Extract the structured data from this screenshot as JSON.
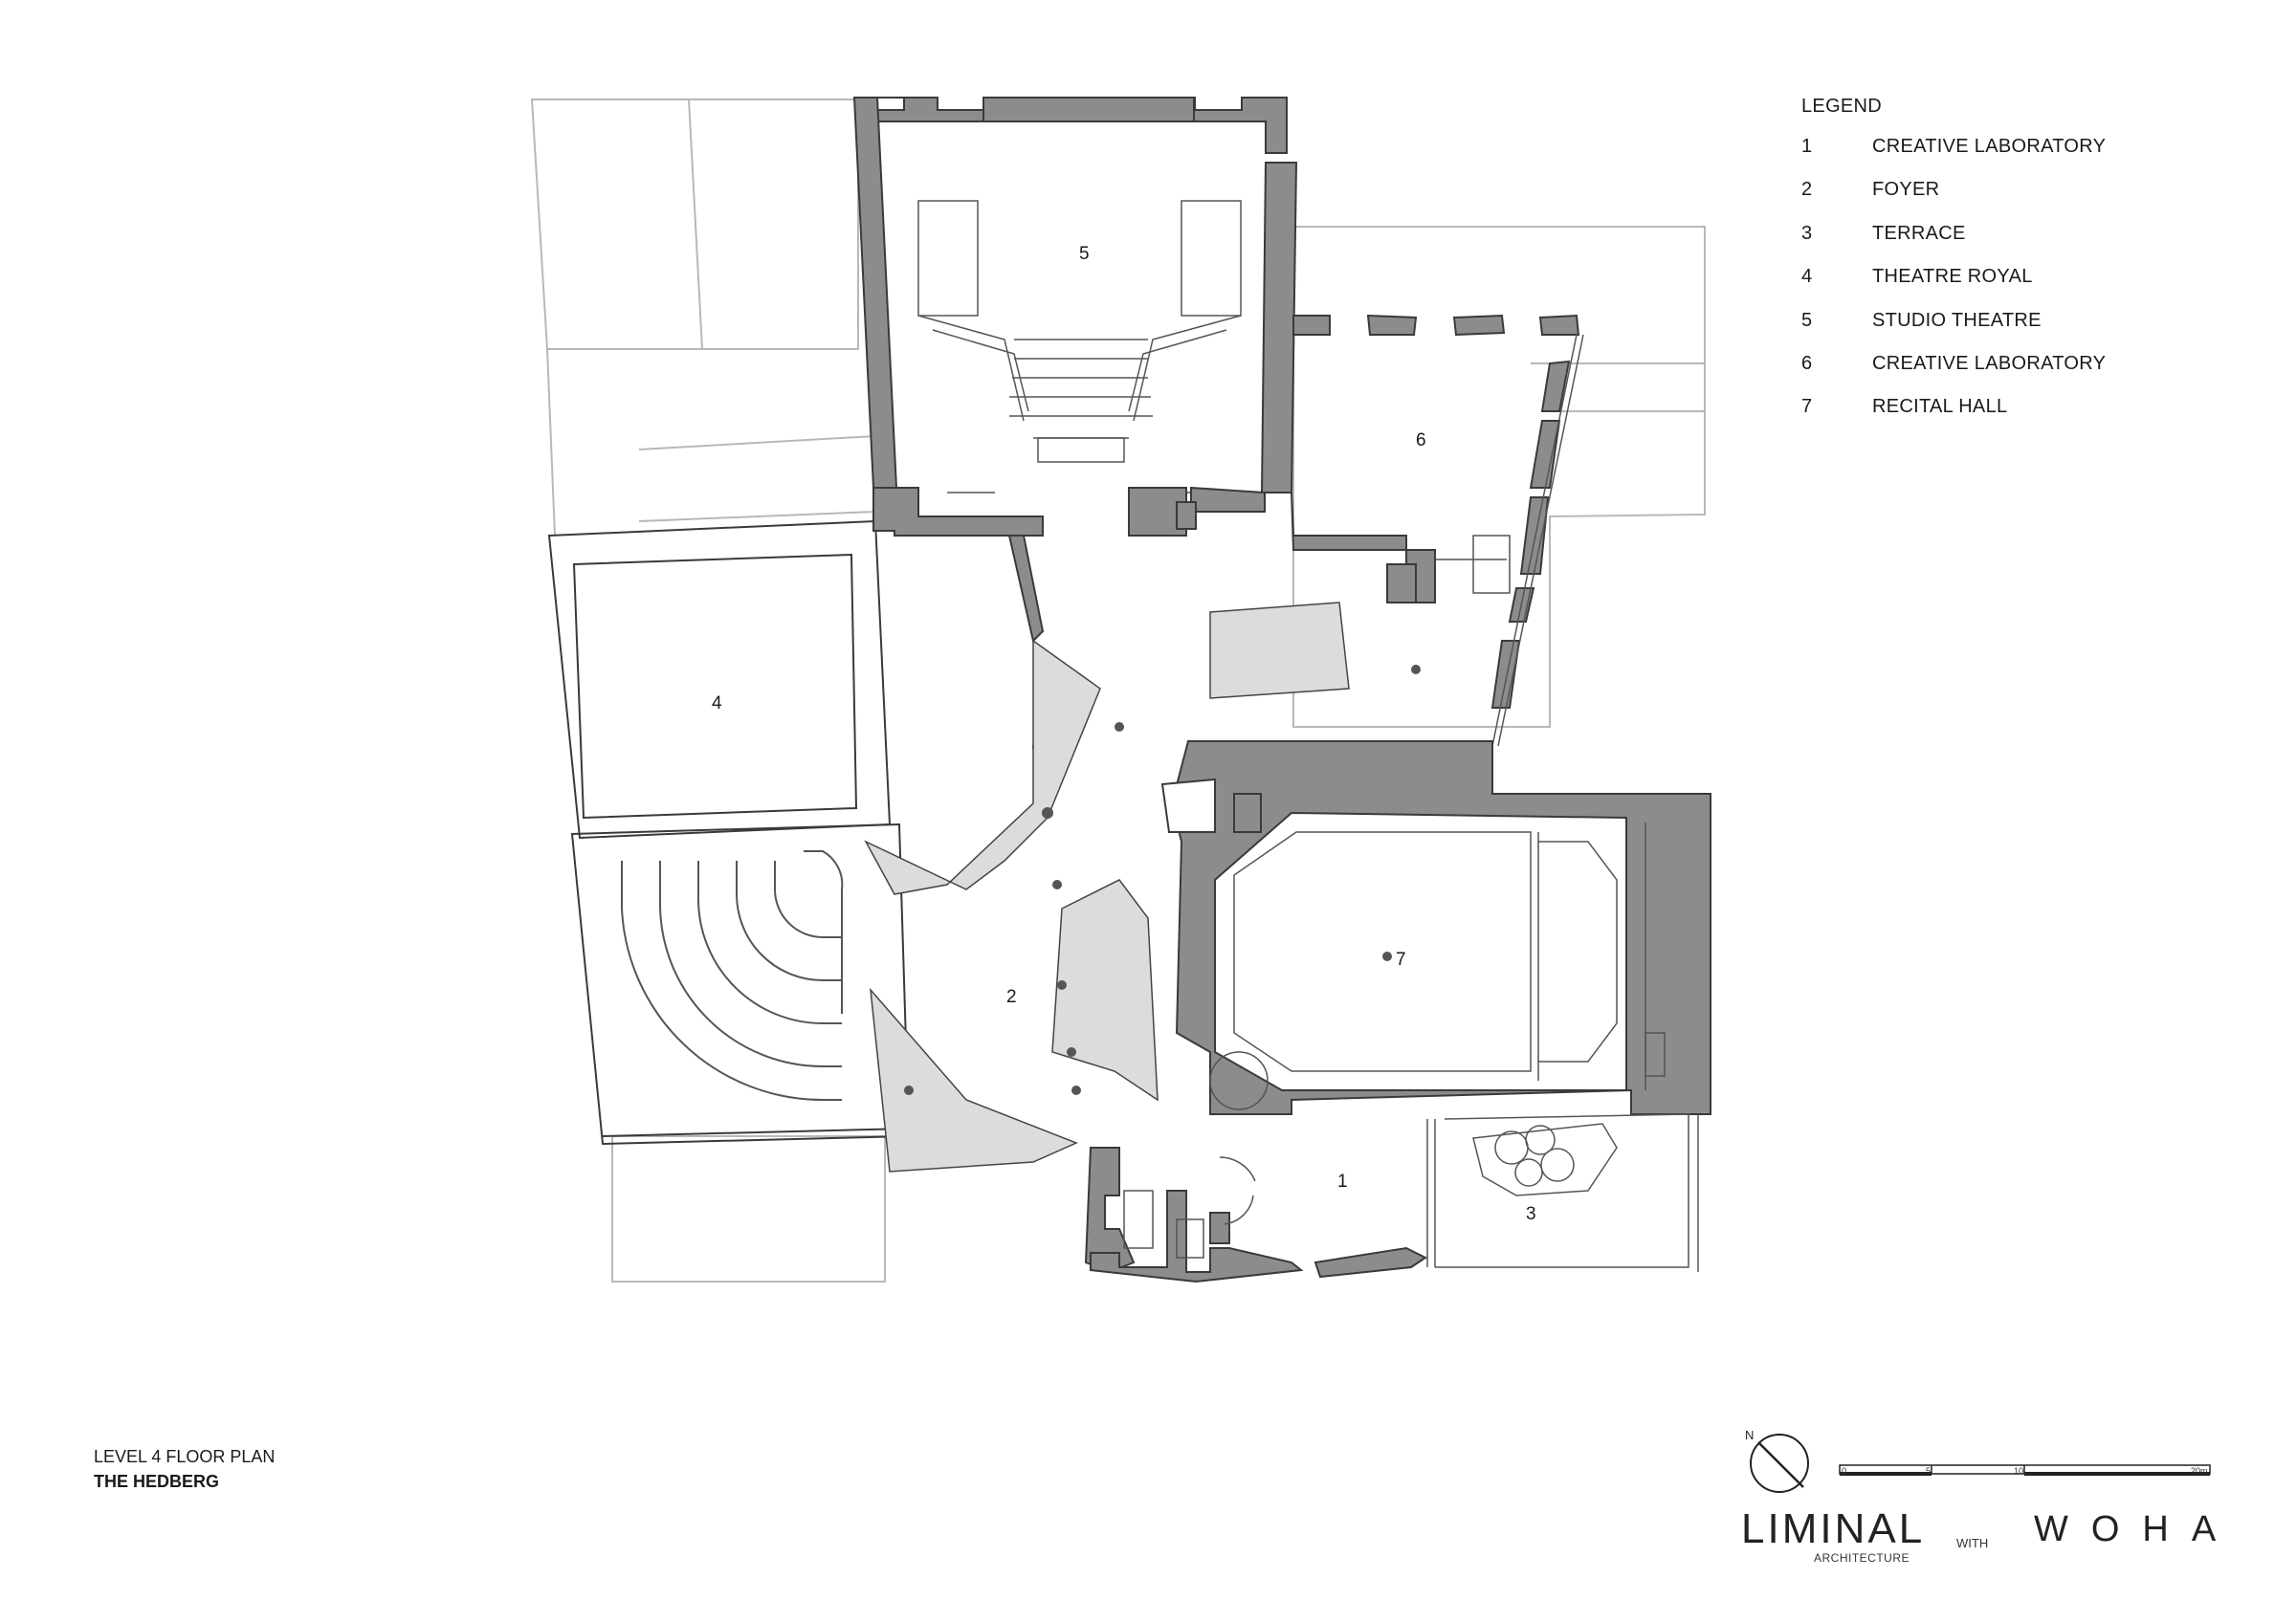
{
  "legend": {
    "title": "LEGEND",
    "items": [
      {
        "num": "1",
        "label": "CREATIVE LABORATORY"
      },
      {
        "num": "2",
        "label": "FOYER"
      },
      {
        "num": "3",
        "label": "TERRACE"
      },
      {
        "num": "4",
        "label": "THEATRE ROYAL"
      },
      {
        "num": "5",
        "label": "STUDIO THEATRE"
      },
      {
        "num": "6",
        "label": "CREATIVE LABORATORY"
      },
      {
        "num": "7",
        "label": "RECITAL HALL"
      }
    ]
  },
  "title_block": {
    "drawing_title": "LEVEL 4 FLOOR PLAN",
    "project": "THE HEDBERG"
  },
  "north": {
    "label": "N"
  },
  "scale_bar": {
    "ticks": [
      "0",
      "5",
      "10",
      "20m"
    ]
  },
  "room_numbers": [
    "1",
    "2",
    "3",
    "4",
    "5",
    "6",
    "7"
  ],
  "logos": {
    "liminal": "LIMINAL",
    "liminal_sub": "ARCHITECTURE",
    "with": "WITH",
    "woha": "WOHA"
  },
  "colors": {
    "wall_fill": "#8c8c8c",
    "light_fill": "#dcdcdc",
    "line": "#3a3a3a",
    "faint_line": "#b8b8b8"
  }
}
